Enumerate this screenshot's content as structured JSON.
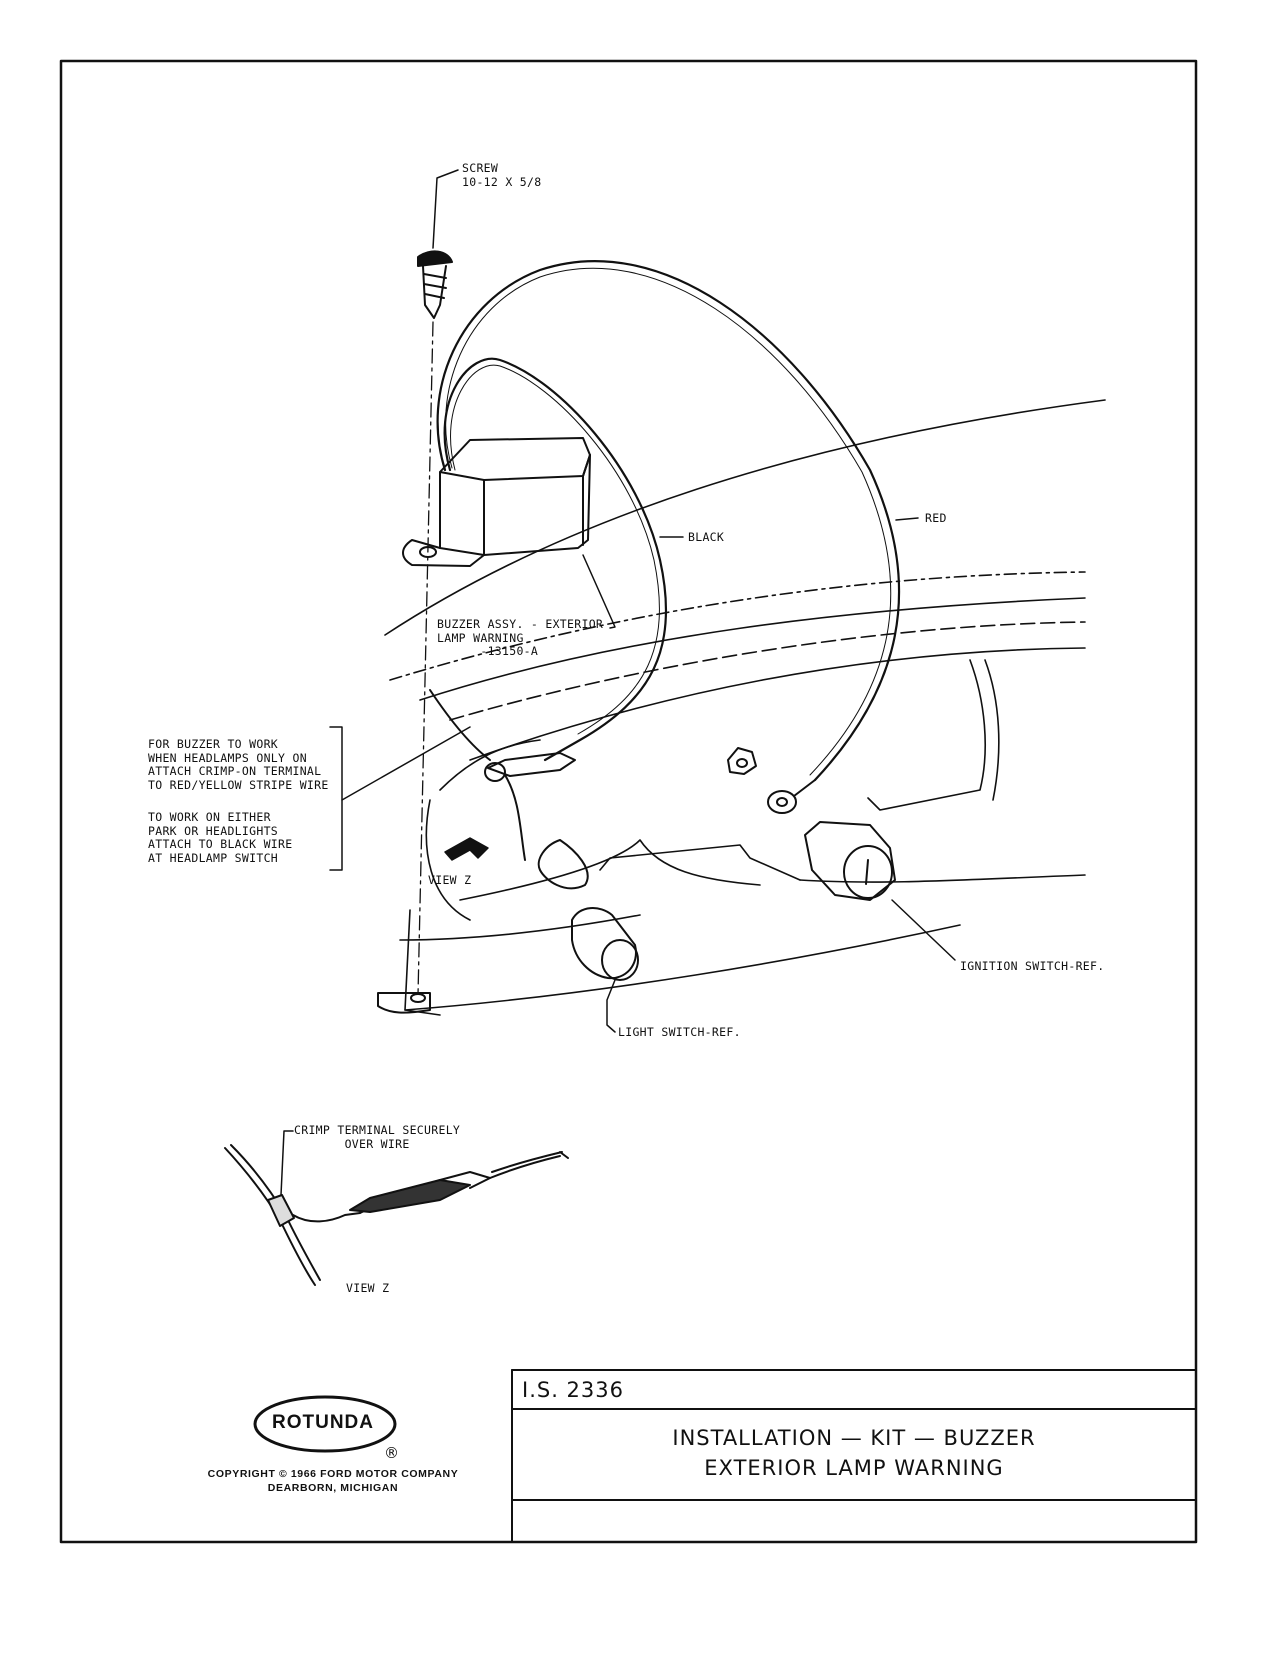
{
  "labels": {
    "screw": "SCREW\n10-12 X 5/8",
    "black": "BLACK",
    "red": "RED",
    "buzzer": "BUZZER ASSY. - EXTERIOR\nLAMP WARNING\n      -13150-A",
    "note1": "FOR BUZZER TO WORK\nWHEN HEADLAMPS ONLY ON\nATTACH CRIMP-ON TERMINAL\nTO RED/YELLOW STRIPE WIRE",
    "note2": "TO WORK ON EITHER\nPARK OR HEADLIGHTS\nATTACH TO BLACK WIRE\nAT HEADLAMP SWITCH",
    "view_z_pointer": "VIEW Z",
    "ignition": "IGNITION SWITCH-REF.",
    "light": "LIGHT SWITCH-REF.",
    "crimp": "CRIMP TERMINAL SECURELY\n       OVER WIRE",
    "view_z": "VIEW Z"
  },
  "logo": {
    "brand": "ROTUNDA",
    "registered": "®",
    "copyright": "COPYRIGHT © 1966 FORD MOTOR COMPANY\nDEARBORN, MICHIGAN"
  },
  "title_block": {
    "number": "I.S. 2336",
    "title_line1": "INSTALLATION — KIT — BUZZER",
    "title_line2": "EXTERIOR LAMP WARNING"
  }
}
